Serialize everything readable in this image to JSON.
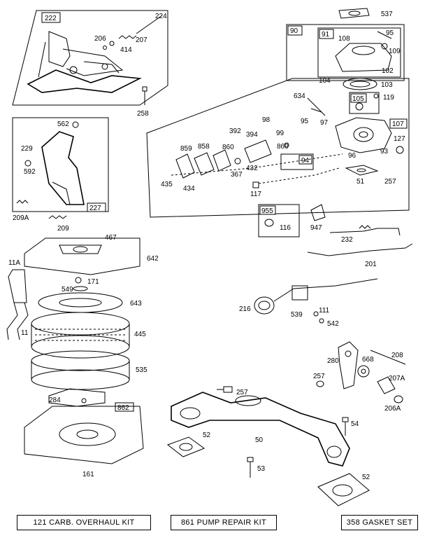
{
  "kits": [
    {
      "label": "121 CARB. OVERHAUL KIT"
    },
    {
      "label": "861 PUMP REPAIR KIT"
    },
    {
      "label": "358 GASKET SET"
    }
  ],
  "boxed_labels": {
    "b222": "222",
    "b90": "90",
    "b91": "91",
    "b105": "105",
    "b107": "107",
    "b94": "94",
    "b227": "227",
    "b955": "955",
    "b862": "862"
  },
  "parts": {
    "p224": "224",
    "p206": "206",
    "p207": "207",
    "p414": "414",
    "p258": "258",
    "p537": "537",
    "p95a": "95",
    "p108": "108",
    "p109": "109",
    "p102": "102",
    "p104": "104",
    "p103": "103",
    "p119": "119",
    "p634": "634",
    "p98": "98",
    "p99": "99",
    "p95b": "95",
    "p97": "97",
    "p392": "392",
    "p394": "394",
    "p859": "859",
    "p858": "858",
    "p860a": "860",
    "p860b": "860",
    "p127": "127",
    "p93": "93",
    "p96": "96",
    "p435": "435",
    "p434": "434",
    "p367": "367",
    "p432": "432",
    "p51": "51",
    "p257a": "257",
    "p117": "117",
    "p562": "562",
    "p229": "229",
    "p592": "592",
    "p209a": "209A",
    "p209": "209",
    "p116": "116",
    "p947": "947",
    "p232": "232",
    "p201": "201",
    "p467": "467",
    "p642": "642",
    "p11a": "11A",
    "p171": "171",
    "p549": "549",
    "p643": "643",
    "p11": "11",
    "p445": "445",
    "p535": "535",
    "p284": "284",
    "p161": "161",
    "p216": "216",
    "p539": "539",
    "p111": "111",
    "p542": "542",
    "p280": "280",
    "p668": "668",
    "p208": "208",
    "p207a": "207A",
    "p206a": "206A",
    "p257b": "257",
    "p257c": "257",
    "p54": "54",
    "p52a": "52",
    "p50": "50",
    "p53": "53",
    "p52b": "52"
  }
}
